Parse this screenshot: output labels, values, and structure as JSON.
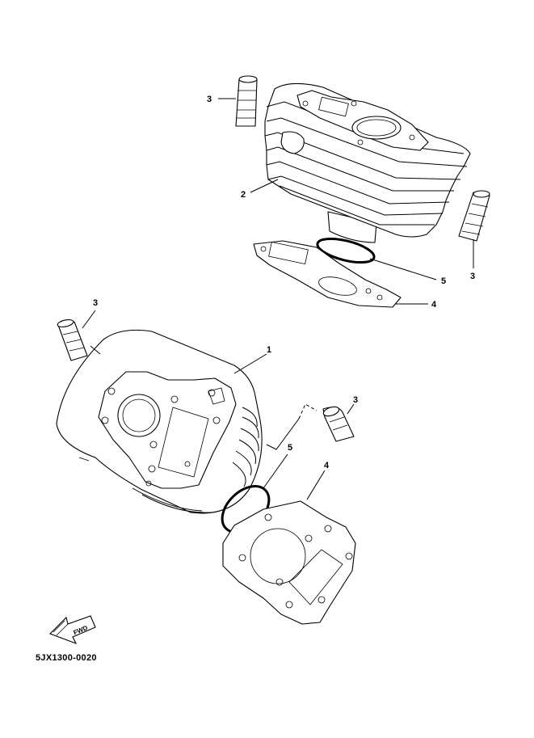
{
  "callouts": {
    "c1": "1",
    "c2": "2",
    "c3a": "3",
    "c3b": "3",
    "c3c": "3",
    "c3d": "3",
    "c4a": "4",
    "c4b": "4",
    "c5a": "5",
    "c5b": "5"
  },
  "fwd_label": "FWD",
  "diagram_code": "5JX1300-0020",
  "icons": {
    "fwd": "forward-arrow-icon"
  }
}
